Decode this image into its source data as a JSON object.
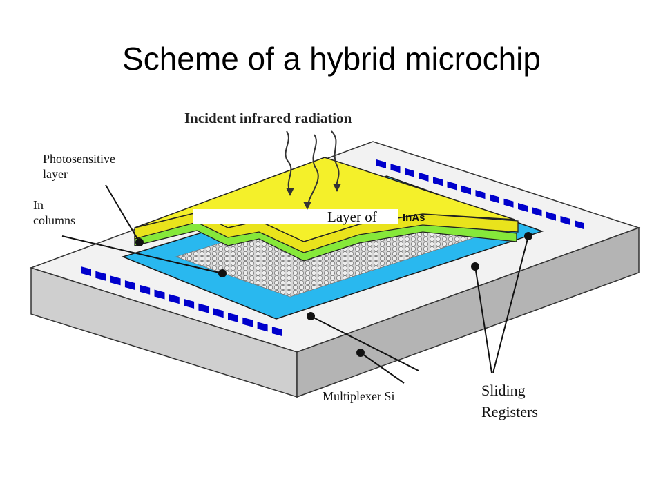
{
  "title": "Scheme of a hybrid microchip",
  "labels": {
    "incident": "Incident infrared radiation",
    "photosensitive_line1": "Photosensitive",
    "photosensitive_line2": "layer",
    "in_line1": "In",
    "in_line2": "columns",
    "layer_of": "Layer of",
    "inas": "InAs",
    "multiplexer": "Multiplexer Si",
    "sliding_line1": "Sliding",
    "sliding_line2": "Registers"
  },
  "colors": {
    "inas_layer": "#f4f02a",
    "green_layer": "#86e83a",
    "register": "#29b8ef",
    "pads": "#0000cc",
    "substrate_top": "#f0f0f0",
    "substrate_side": "#c8c8c8"
  }
}
